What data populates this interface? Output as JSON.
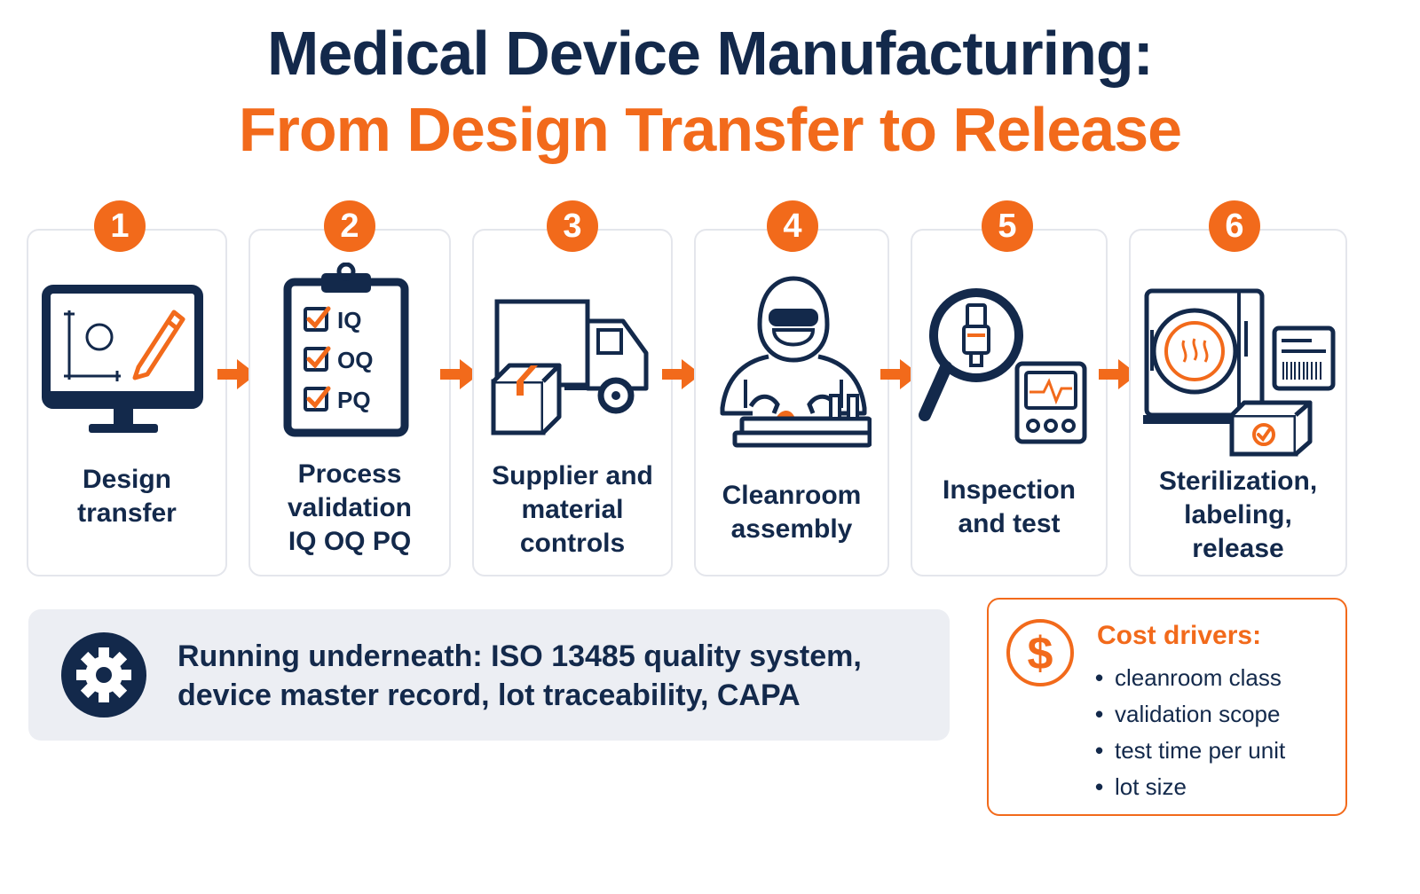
{
  "title": {
    "main": "Medical Device Manufacturing:",
    "sub": "From Design Transfer to Release"
  },
  "steps": [
    {
      "number": "1",
      "label": "Design\ntransfer",
      "icon": "monitor-design-icon"
    },
    {
      "number": "2",
      "label": "Process\nvalidation\nIQ OQ PQ",
      "icon": "clipboard-checklist-icon",
      "checklist": [
        "IQ",
        "OQ",
        "PQ"
      ]
    },
    {
      "number": "3",
      "label": "Supplier and\nmaterial\ncontrols",
      "icon": "delivery-truck-icon"
    },
    {
      "number": "4",
      "label": "Cleanroom\nassembly",
      "icon": "cleanroom-worker-icon"
    },
    {
      "number": "5",
      "label": "Inspection\nand test",
      "icon": "magnifier-test-icon"
    },
    {
      "number": "6",
      "label": "Sterilization,\nlabeling,\nrelease",
      "icon": "sterilizer-label-icon"
    }
  ],
  "running": {
    "text": "Running underneath: ISO 13485 quality system, device master record, lot traceability, CAPA",
    "icon": "gear-icon"
  },
  "cost": {
    "title": "Cost drivers:",
    "icon": "dollar-icon",
    "items": [
      "cleanroom class",
      "validation scope",
      "test time per unit",
      "lot size"
    ]
  },
  "colors": {
    "navy": "#13294b",
    "orange": "#f26a1b",
    "panel": "#eceef3"
  }
}
